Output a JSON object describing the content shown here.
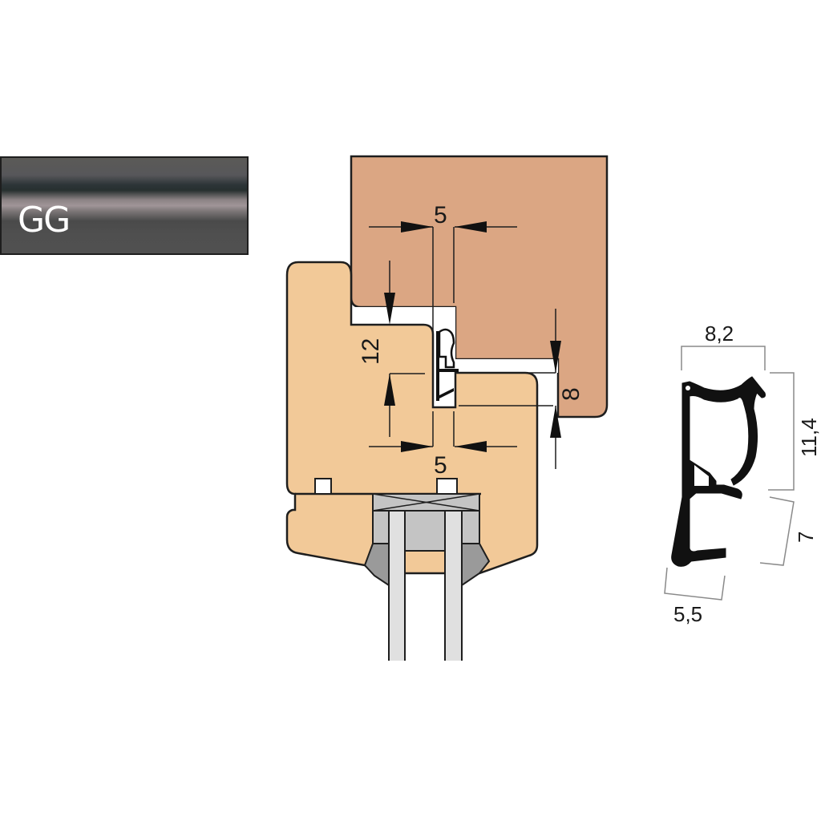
{
  "swatch": {
    "label": "GG",
    "colors": {
      "dark": "#2d3538",
      "highlight": "#a09598",
      "base": "#505050",
      "border": "#1e1e1e"
    }
  },
  "colors": {
    "sash_wood": "#dba683",
    "frame_wood": "#f2c998",
    "outline": "#1e1e1e",
    "glass": "#e0e0e0",
    "spacer": "#c4c4c4",
    "sealant": "#9a9a9a",
    "gasket": "#111111"
  },
  "section_drawing": {
    "dimensions": {
      "top_gap_width": "5",
      "bottom_gap_width": "5",
      "rebate_height": "12",
      "overlap_height": "8"
    }
  },
  "profile_drawing": {
    "dimensions": {
      "top_width": "8,2",
      "upper_height": "11,4",
      "lower_height": "7",
      "foot_width": "5,5"
    }
  }
}
